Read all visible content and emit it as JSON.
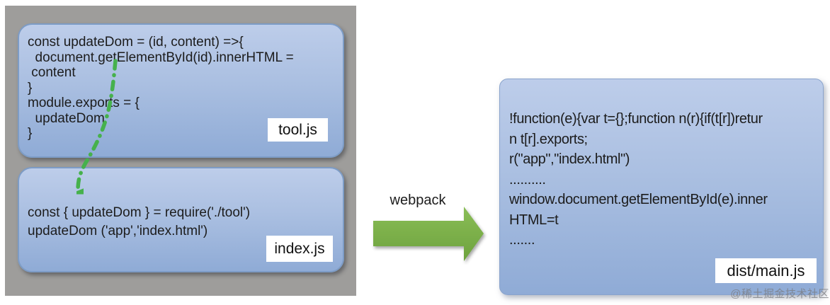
{
  "diagram": {
    "source_panel": {
      "tool_box": {
        "filename": "tool.js",
        "code": "const updateDom = (id, content) =>{\n  document.getElementById(id).innerHTML =\n content\n}\nmodule.exports = {\n  updateDom\n}"
      },
      "index_box": {
        "filename": "index.js",
        "code": "const { updateDom } = require('./tool')\nupdateDom ('app','index.html')"
      }
    },
    "webpack_arrow": {
      "label": "webpack"
    },
    "output_box": {
      "filename": "dist/main.js",
      "code": "!function(e){var t={};function n(r){if(t[r])retur\nn t[r].exports;\nr(\"app\",\"index.html\")\n..........\nwindow.document.getElementById(e).inner\nHTML=t\n......."
    },
    "watermark": "@稀土掘金技术社区",
    "colors": {
      "panel_gray": "#9e9d9b",
      "box_blue_top": "#bdcdea",
      "box_blue_bottom": "#8fabd6",
      "box_border_blue": "#7d9cc6",
      "block_arrow_green": "#7cb145",
      "dashed_arrow_green": "#46b14c",
      "code_text": "#1c1c1c",
      "tag_background": "#ffffff"
    }
  }
}
